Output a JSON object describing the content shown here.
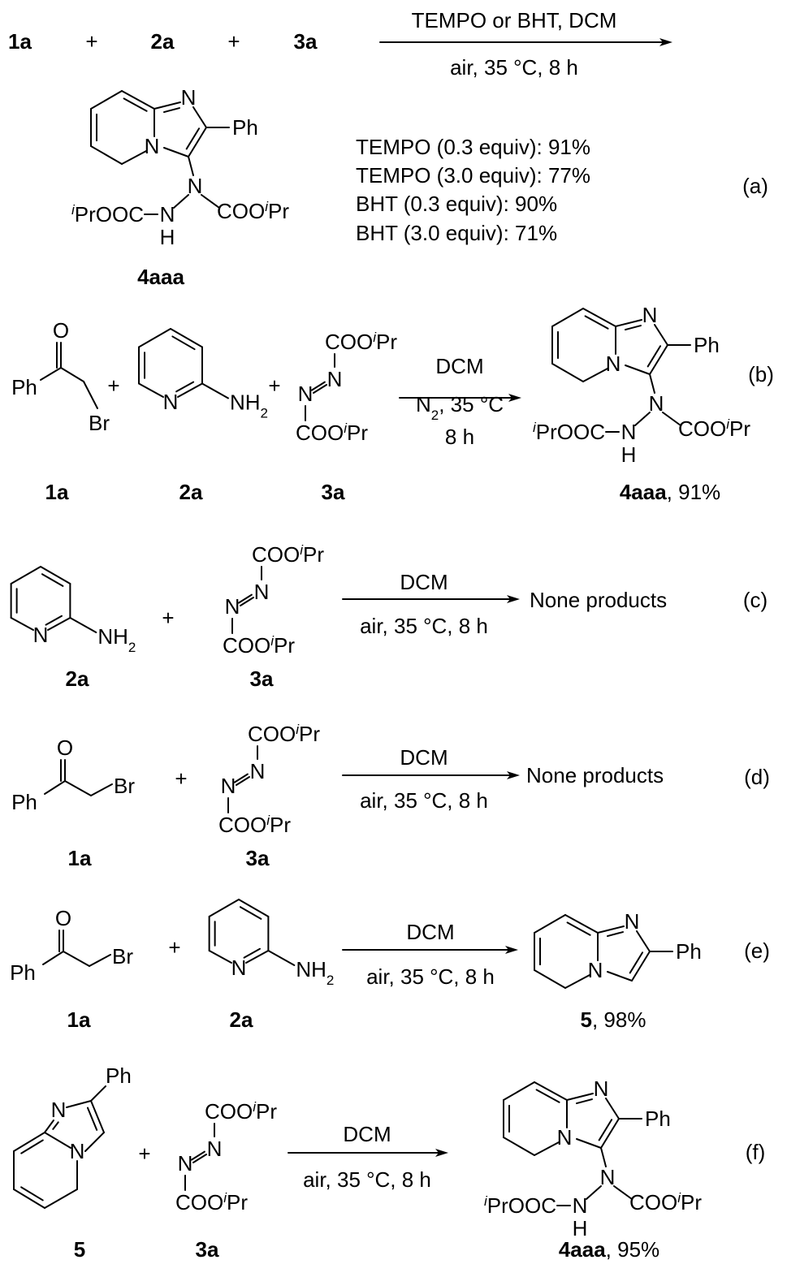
{
  "atoms": {
    "N": "N",
    "Ph": "Ph",
    "O": "O",
    "Br": "Br",
    "H": "H",
    "NH": "NH",
    "sub2": "2",
    "COO": "COO",
    "i": "i",
    "Pr": "Pr",
    "PrOOC": "PrOOC",
    "plus": "+"
  },
  "panels": {
    "a": {
      "label": "(a)",
      "reactants": [
        "1a",
        "2a",
        "3a"
      ],
      "conditions_top": "TEMPO or BHT, DCM",
      "conditions_bottom": "air, 35 °C, 8 h",
      "product": "4aaa",
      "results": [
        "TEMPO (0.3 equiv): 91%",
        "TEMPO (3.0 equiv): 77%",
        "BHT (0.3 equiv): 90%",
        "BHT (3.0 equiv): 71%"
      ]
    },
    "b": {
      "label": "(b)",
      "reactants": [
        "1a",
        "2a",
        "3a"
      ],
      "conditions_top": "DCM",
      "conditions_mid_prefix": "N",
      "conditions_mid_suffix": ", 35 °C",
      "conditions_bottom": "8 h",
      "product": "4aaa",
      "yield": ", 91%"
    },
    "c": {
      "label": "(c)",
      "reactants": [
        "2a",
        "3a"
      ],
      "conditions_top": "DCM",
      "conditions_bottom": "air, 35 °C, 8 h",
      "result": "None products"
    },
    "d": {
      "label": "(d)",
      "reactants": [
        "1a",
        "3a"
      ],
      "conditions_top": "DCM",
      "conditions_bottom": "air, 35 °C, 8 h",
      "result": "None products"
    },
    "e": {
      "label": "(e)",
      "reactants": [
        "1a",
        "2a"
      ],
      "conditions_top": "DCM",
      "conditions_bottom": "air, 35 °C, 8 h",
      "product": "5",
      "yield": ", 98%"
    },
    "f": {
      "label": "(f)",
      "reactants": [
        "5",
        "3a"
      ],
      "conditions_top": "DCM",
      "conditions_bottom": "air, 35 °C, 8 h",
      "product": "4aaa",
      "yield": ", 95%"
    }
  }
}
